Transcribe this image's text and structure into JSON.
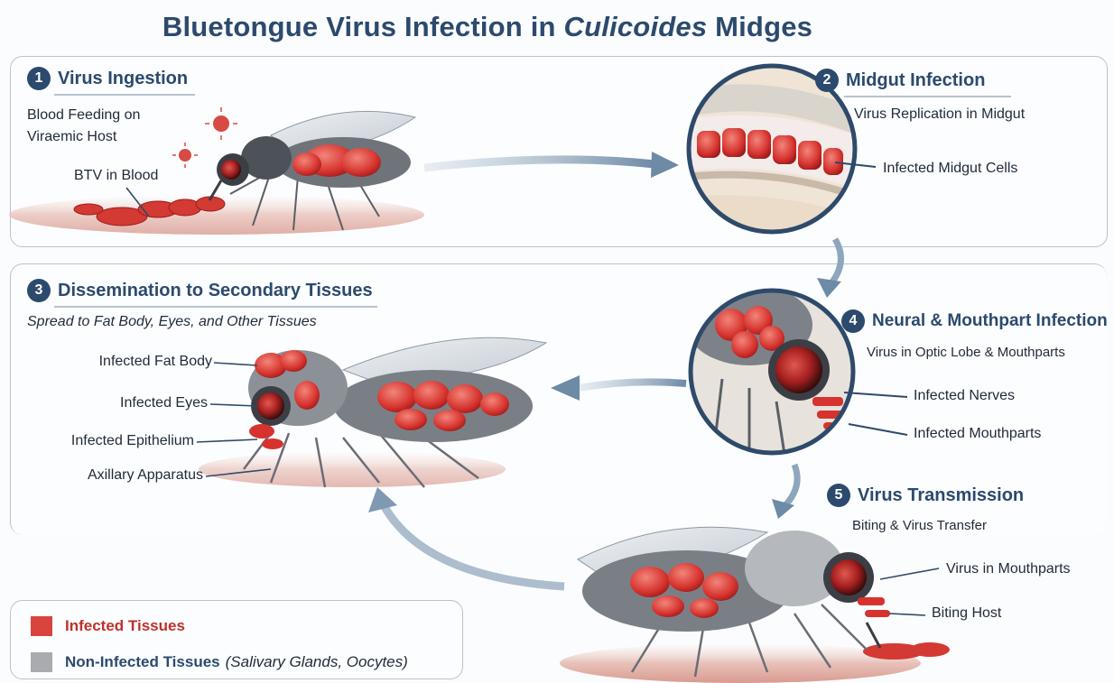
{
  "title": {
    "prefix": "Bluetongue Virus Infection in ",
    "genus": "Culicoides",
    "suffix": " Midges"
  },
  "steps": [
    {
      "number": "1",
      "heading": "Virus Ingestion",
      "subtitle": "Blood Feeding on\nViraemic Host",
      "labels": [
        "BTV in Blood"
      ]
    },
    {
      "number": "2",
      "heading": "Midgut Infection",
      "subtitle": "Virus Replication in Midgut",
      "labels": [
        "Infected Midgut Cells"
      ]
    },
    {
      "number": "3",
      "heading": "Dissemination to Secondary Tissues",
      "subtitle": "Spread to Fat Body, Eyes, and Other Tissues",
      "labels": [
        "Infected Fat Body",
        "Infected Eyes",
        "Infected Epithelium",
        "Axillary Apparatus"
      ]
    },
    {
      "number": "4",
      "heading": "Neural & Mouthpart Infection",
      "subtitle": "Virus in Optic Lobe & Mouthparts",
      "labels": [
        "Infected Nerves",
        "Infected Mouthparts"
      ]
    },
    {
      "number": "5",
      "heading": "Virus Transmission",
      "subtitle": "Biting & Virus Transfer",
      "labels": [
        "Virus in Mouthparts",
        "Biting Host"
      ]
    }
  ],
  "legend": {
    "infected": {
      "label": "Infected Tissues",
      "color": "#d9443f"
    },
    "non_infected": {
      "label": "Non-Infected Tissues",
      "note": "(Salivary Glands, Oocytes)",
      "color": "#a9abae"
    }
  }
}
